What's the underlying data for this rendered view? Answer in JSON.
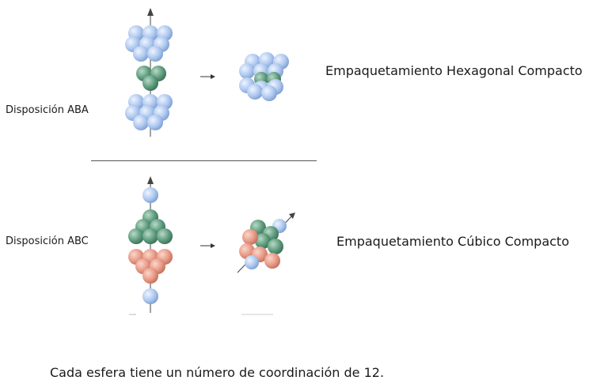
{
  "labels": {
    "aba": "Disposición ABA",
    "abc": "Disposición ABC",
    "hcp": "Empaquetamiento Hexagonal Compacto",
    "ccp": "Empaquetamiento Cúbico Compacto",
    "footer": "Cada esfera tiene un número de coordinación de 12."
  },
  "colors": {
    "layer_blue": "#aec8ef",
    "layer_green": "#5f9d7f",
    "layer_red": "#e79a86",
    "axis": "#444444"
  },
  "icons": [
    "arrow-right-icon",
    "axis-arrow-icon"
  ]
}
